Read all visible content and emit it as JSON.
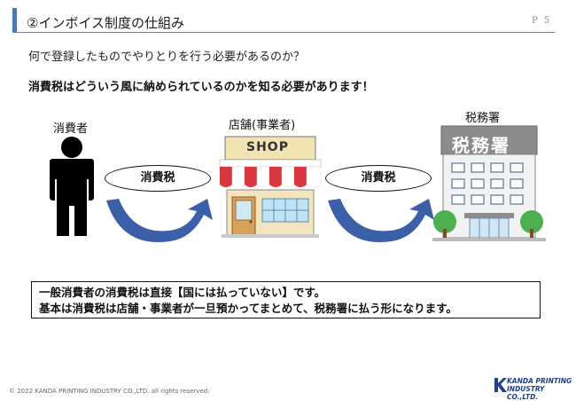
{
  "header": {
    "title": "②インボイス制度の仕組み",
    "page": "P 5"
  },
  "question": "何で登録したものでやりとりを行う必要があるのか？",
  "statement": "消費税はどういう風に納められているのかを知る必要があります！",
  "diagram": {
    "consumer_label": "消費者",
    "shop_label": "店舗(事業者)",
    "shop_sign": "SHOP",
    "tax_office_label": "税務署",
    "tax_office_sign": "税務署",
    "flow1_label": "消費税",
    "flow2_label": "消費税"
  },
  "note": {
    "line1": "一般消費者の消費税は直接【国には払っていない】です。",
    "line2": "基本は消費税は店舗・事業者が一旦預かってまとめて、税務署に払う形になります。"
  },
  "footer": {
    "copyright": "© 2022 KANDA PRINTING INDUSTRY CO.,LTD. all rights reserved.",
    "logo_line1": "KANDA PRINTING",
    "logo_line2": "INDUSTRY CO.,LTD."
  },
  "colors": {
    "accent": "#4a78b8",
    "arrow": "#3b5fa8",
    "awning_red": "#d9363e",
    "building_gray": "#8c8c8c",
    "tree_green": "#4caf50"
  }
}
